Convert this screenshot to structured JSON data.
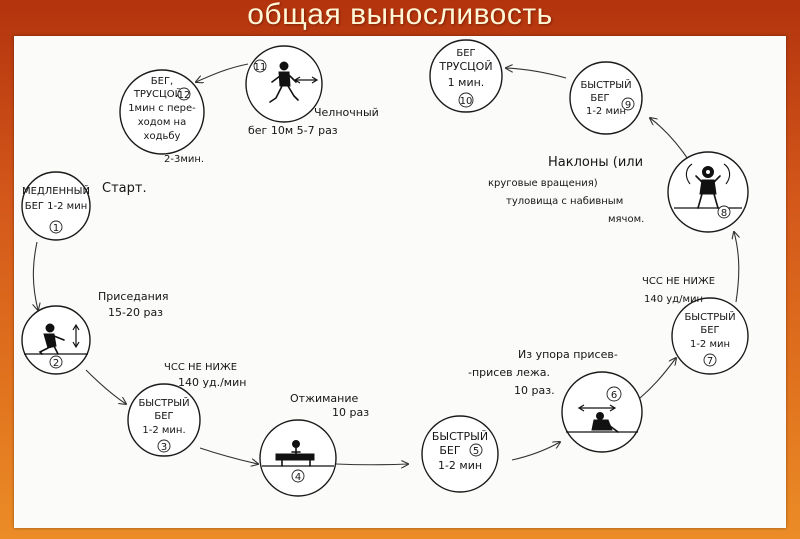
{
  "title": "общая выносливость",
  "stations": {
    "s1": {
      "lines": [
        "МЕДЛЕННЫЙ",
        "БЕГ 1-2 мин"
      ],
      "num": "1"
    },
    "s2": {
      "num": "2"
    },
    "s3": {
      "lines": [
        "БЫСТРЫЙ",
        "БЕГ",
        "1-2 мин."
      ],
      "num": "3"
    },
    "s4": {
      "num": "4"
    },
    "s5": {
      "lines": [
        "БЫСТРЫЙ",
        "БЕГ",
        "1-2 мин"
      ],
      "num": "5"
    },
    "s6": {
      "num": "6"
    },
    "s7": {
      "lines": [
        "БЫСТРЫЙ",
        "БЕГ",
        "1-2 мин"
      ],
      "num": "7"
    },
    "s8": {
      "num": "8"
    },
    "s9": {
      "lines": [
        "БЫСТРЫЙ",
        "БЕГ",
        "1-2 мин"
      ],
      "num": "9"
    },
    "s10": {
      "lines": [
        "БЕГ",
        "ТРУСЦОЙ",
        "1 мин."
      ],
      "num": "10"
    },
    "s11": {
      "num": "11"
    },
    "s12": {
      "lines": [
        "БЕГ,",
        "ТРУСЦОЙ",
        "1мин с пере-",
        "ходом на",
        "ходьбу"
      ],
      "num": "12"
    }
  },
  "labels": {
    "start": "Старт.",
    "squats": [
      "Приседания",
      "15-20 раз"
    ],
    "hr_left": [
      "ЧСС НЕ НИЖЕ",
      "140 уд./мин"
    ],
    "pushups": [
      "Отжимание",
      "10 раз"
    ],
    "burpee": [
      "Из упора присев-",
      "-присев лежа.",
      "10 раз."
    ],
    "hr_right": [
      "ЧСС НЕ НИЖЕ",
      "140 уд/мин"
    ],
    "bends": [
      "Наклоны (или",
      "круговые вращения)",
      "туловища с набивным",
      "мячом."
    ],
    "shuttle": [
      "Челночный",
      "бег 10м 5-7 раз"
    ],
    "walk_time": "2-3мин."
  }
}
